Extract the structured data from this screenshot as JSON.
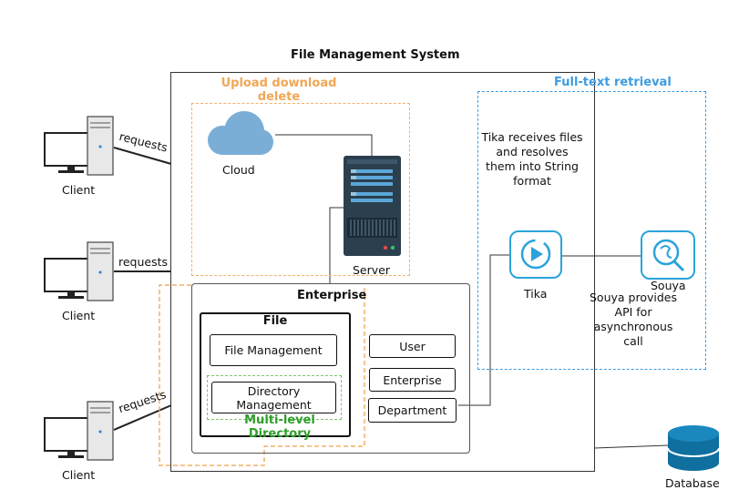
{
  "title": "File Management System",
  "regions": {
    "upload_label": "Upload download delete",
    "fulltext_label": "Full-text retrieval",
    "multilevel_label": "Multi-level Directory",
    "enterprise_label": "Enterprise",
    "file_label": "File"
  },
  "clients": [
    {
      "label": "Client",
      "edge": "requests"
    },
    {
      "label": "Client",
      "edge": "requests"
    },
    {
      "label": "Client",
      "edge": "requests"
    }
  ],
  "nodes": {
    "cloud": "Cloud",
    "server": "Server",
    "tika": "Tika",
    "souya": "Souya",
    "database": "Database"
  },
  "file_items": {
    "file_management": "File Management",
    "directory_management": "Directory Management"
  },
  "enterprise_items": [
    "User",
    "Enterprise",
    "Department"
  ],
  "notes": {
    "tika": "Tika receives files and resolves them into String format",
    "souya": "Souya provides API for asynchronous call"
  },
  "colors": {
    "orange_dashed": "#f2b06a",
    "blue_dashed": "#3d9be0",
    "green_dashed": "#7cc46a",
    "cloud": "#7aaed6",
    "server_body": "#2b3f4e",
    "accent_blue": "#2aa3dc",
    "database": "#0f6f9f"
  }
}
